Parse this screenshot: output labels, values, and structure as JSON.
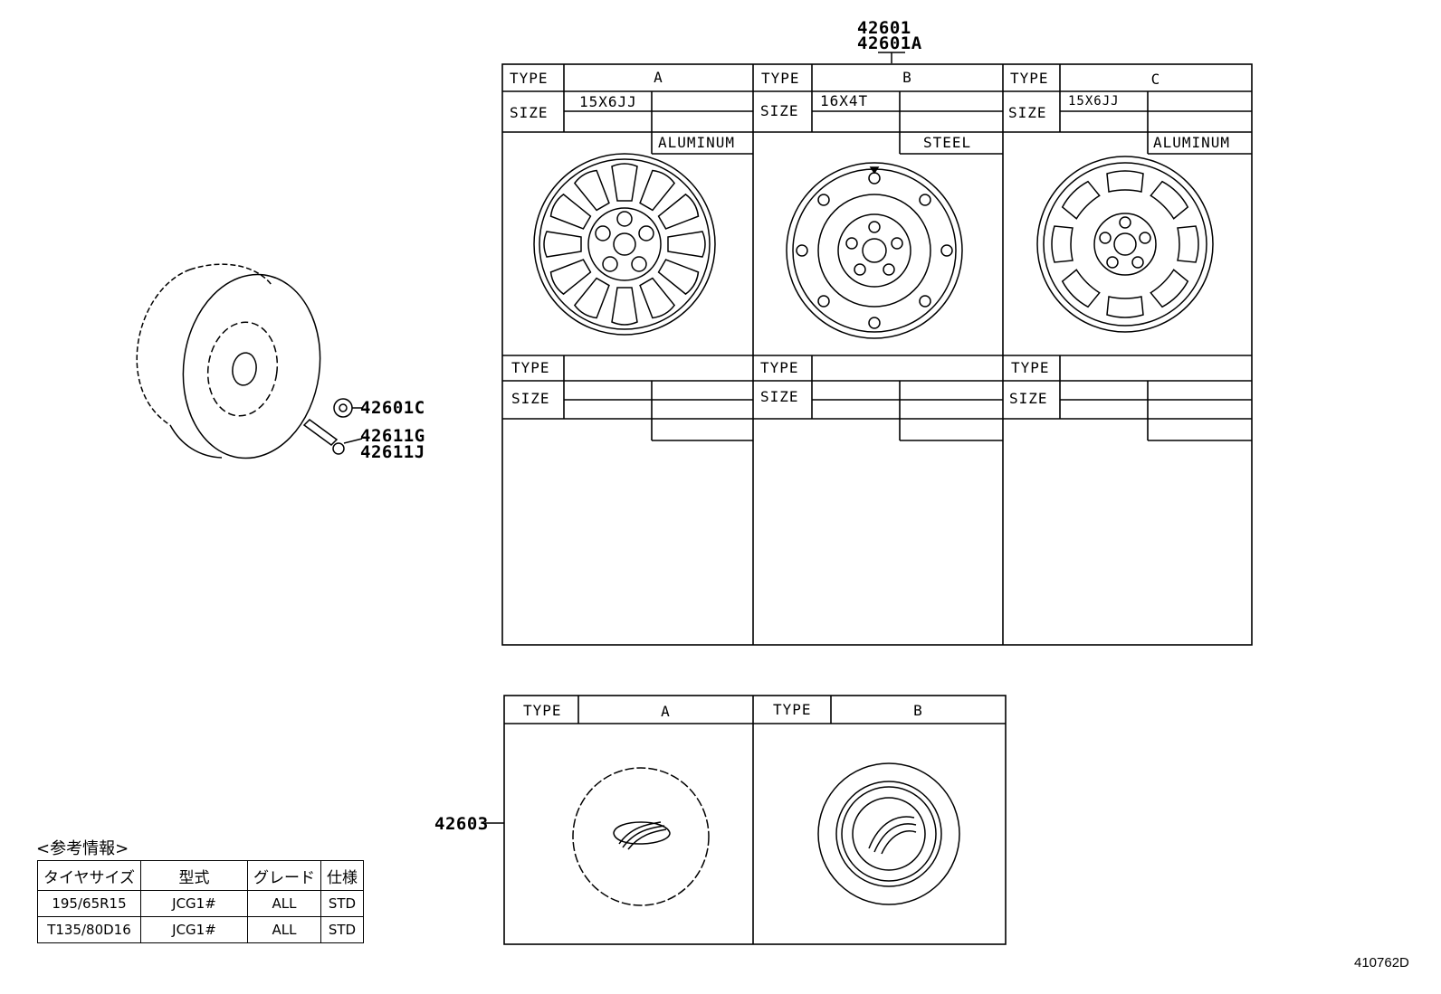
{
  "callouts": {
    "wheel_part_1": "42601",
    "wheel_part_2": "42601A",
    "nut": "42601C",
    "valve_1": "42611G",
    "valve_2": "42611J",
    "cap": "42603"
  },
  "wheel_table": {
    "type_label": "TYPE",
    "size_label": "SIZE",
    "columns": [
      {
        "type": "A",
        "size": "15X6JJ",
        "material": "ALUMINUM",
        "wheel_icon": "aluminum-wheel-spoked-icon"
      },
      {
        "type": "B",
        "size": "16X4T",
        "material": "STEEL",
        "wheel_icon": "steel-wheel-icon"
      },
      {
        "type": "C",
        "size": "15X6JJ",
        "material": "ALUMINUM",
        "wheel_icon": "aluminum-wheel-slotted-icon"
      }
    ]
  },
  "cap_table": {
    "type_label": "TYPE",
    "columns": [
      {
        "type": "A",
        "cap_icon": "wheel-cap-icon"
      },
      {
        "type": "B",
        "cap_icon": "center-cap-icon"
      }
    ]
  },
  "reference": {
    "title": "<参考情報>",
    "headers": [
      "タイヤサイズ",
      "型式",
      "グレード",
      "仕様"
    ],
    "rows": [
      [
        "195/65R15",
        "JCG1#",
        "ALL",
        "STD"
      ],
      [
        "T135/80D16",
        "JCG1#",
        "ALL",
        "STD"
      ]
    ]
  },
  "diagram_code": "410762D"
}
